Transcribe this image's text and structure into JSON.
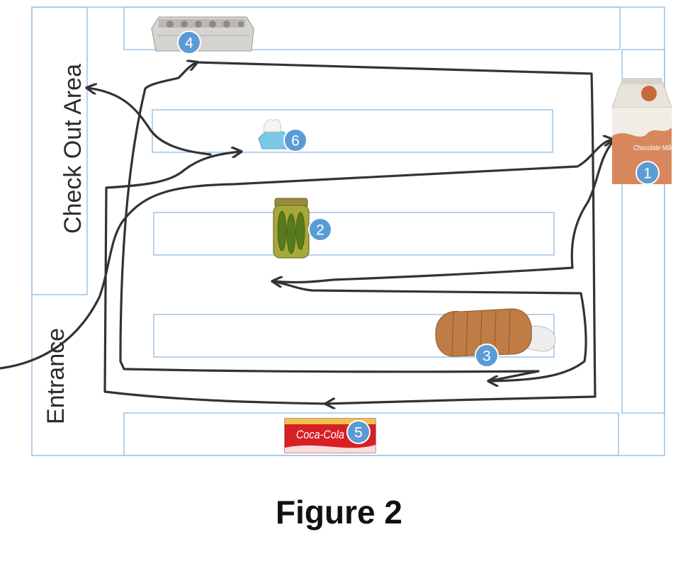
{
  "labels": {
    "checkout": "Check Out Area",
    "entrance": "Entrance",
    "caption": "Figure 2"
  },
  "items": [
    {
      "number": "1",
      "icon": "chocolate-milk-carton-icon",
      "carton_text": "Chocolate Milk"
    },
    {
      "number": "2",
      "icon": "pickle-jar-icon"
    },
    {
      "number": "3",
      "icon": "bread-loaf-icon"
    },
    {
      "number": "4",
      "icon": "egg-carton-icon"
    },
    {
      "number": "5",
      "icon": "soda-case-icon",
      "brand_text": "Coca-Cola"
    },
    {
      "number": "6",
      "icon": "tissue-box-icon"
    }
  ],
  "colors": {
    "shelf_outline": "#9dc3e6",
    "badge": "#5b9bd5",
    "path": "#333333"
  }
}
